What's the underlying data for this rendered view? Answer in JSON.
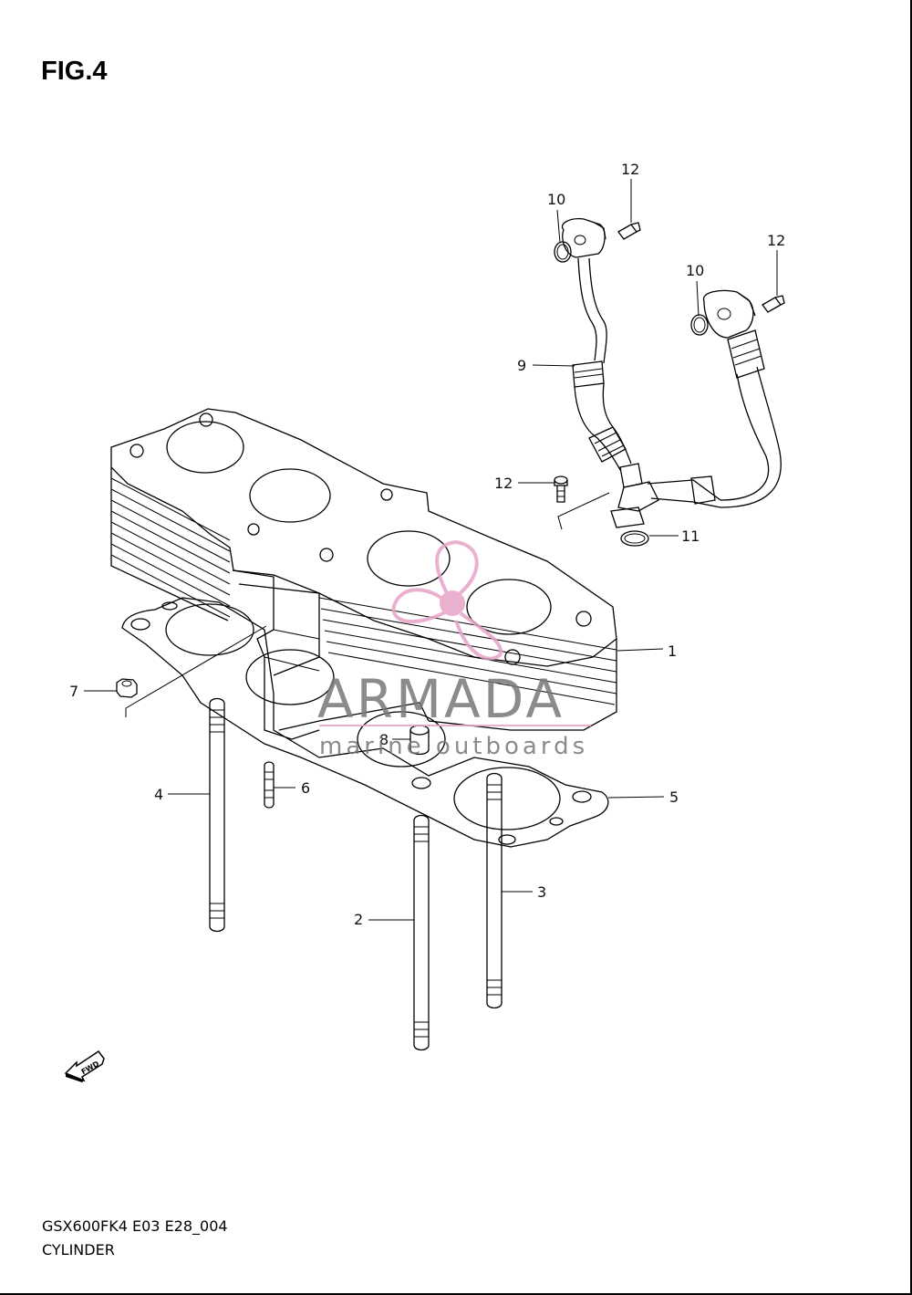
{
  "figure": {
    "title": "FIG.4"
  },
  "footer": {
    "model_code": "GSX600FK4 E03 E28_004",
    "part_name": "CYLINDER"
  },
  "watermark": {
    "brand": "ARMADA",
    "tagline": "marine outboards",
    "logo_color": "#e7a3c8"
  },
  "fwd_label": "FWD",
  "callouts": [
    {
      "id": "1",
      "label": "1"
    },
    {
      "id": "2",
      "label": "2"
    },
    {
      "id": "3",
      "label": "3"
    },
    {
      "id": "4",
      "label": "4"
    },
    {
      "id": "5",
      "label": "5"
    },
    {
      "id": "6",
      "label": "6"
    },
    {
      "id": "7",
      "label": "7"
    },
    {
      "id": "8",
      "label": "8"
    },
    {
      "id": "9",
      "label": "9"
    },
    {
      "id": "10a",
      "label": "10"
    },
    {
      "id": "10b",
      "label": "10"
    },
    {
      "id": "11",
      "label": "11"
    },
    {
      "id": "12a",
      "label": "12"
    },
    {
      "id": "12b",
      "label": "12"
    },
    {
      "id": "12c",
      "label": "12"
    }
  ]
}
